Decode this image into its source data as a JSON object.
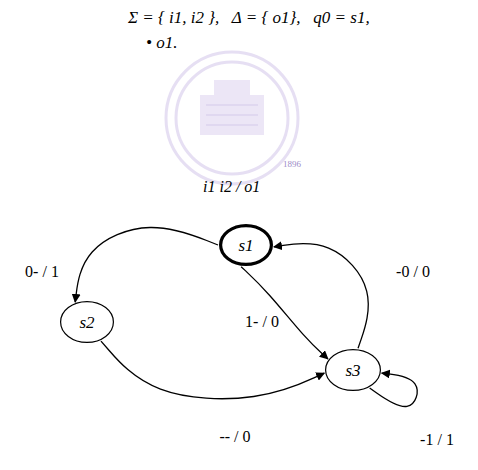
{
  "diagram": {
    "nodes": [
      {
        "text": [
          "s1"
        ]
      },
      {
        "text": [
          "s2"
        ]
      },
      {
        "text": [
          "s3"
        ]
      }
    ],
    "edges": [
      {
        "from": 0,
        "to": 1,
        "arrow": "to",
        "label": "0- / 1"
      },
      {
        "from": 0,
        "to": 2,
        "arrow": "to",
        "label": "1- / 0"
      },
      {
        "from": 2,
        "to": 0,
        "arrow": "to",
        "label": "-0 / 0"
      },
      {
        "from": 1,
        "to": 2,
        "arrow": "to",
        "label": "-- / 0"
      },
      {
        "from": 2,
        "to": 2,
        "arrow": "to",
        "label": "-1 / 1"
      }
    ],
    "labels": [
      "Σ = { i1, i2 },   Δ = { o1},   q0 = s1,",
      "• o1.",
      "i1 i2 / o1",
      "1896"
    ]
  }
}
